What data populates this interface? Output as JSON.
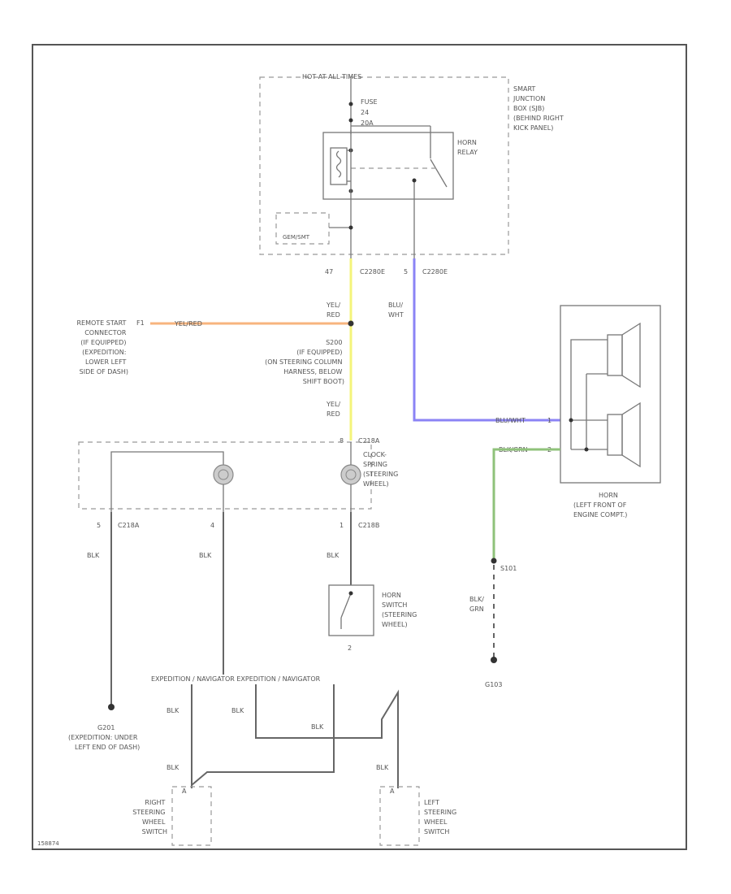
{
  "labels": {
    "hot_at_all_times": "HOT AT ALL TIMES",
    "fuse": [
      "FUSE",
      "24",
      "20A"
    ],
    "smart_junction_box": [
      "SMART",
      "JUNCTION",
      "BOX (SJB)",
      "(BEHIND RIGHT",
      "KICK PANEL)"
    ],
    "horn_relay": [
      "HORN",
      "RELAY"
    ],
    "c2280e_pin": "47",
    "c2280e_left": "C2280E",
    "c2280e_pin2": "5",
    "c2280e_right": "C2280E",
    "wire_yel_red_1": [
      "YEL/",
      "RED"
    ],
    "wire_blu_wht": [
      "BLU/",
      "WHT"
    ],
    "remote_start": [
      "REMOTE START",
      "CONNECTOR",
      "(IF EQUIPPED)",
      "(EXPEDITION:",
      "LOWER LEFT",
      "SIDE OF DASH)"
    ],
    "remote_pin": "F1",
    "yel_red_wire": "YEL/RED",
    "s200": [
      "S200",
      "(IF EQUIPPED)",
      "(ON STEERING COLUMN",
      "HARNESS, BELOW",
      "SHIFT BOOT)"
    ],
    "wire_yel_red_2": [
      "YEL/",
      "RED"
    ],
    "c218a_pin": "8",
    "c218a": "C218A",
    "clockspring": [
      "CLOCK-",
      "SPRING",
      "(STEERING",
      "WHEEL)"
    ],
    "horn_conn_pin1": "1",
    "horn_conn_pin2": "2",
    "horn_wire_blu_wht": "BLU/WHT",
    "horn_wire_blk_grn": "BLK/GRN",
    "horn": [
      "HORN",
      "(LEFT FRONT OF",
      "ENGINE COMPT.)"
    ],
    "pin_5": "5",
    "c218a_b": "C218A",
    "pin_4": "4",
    "pin_1": "1",
    "c218b": "C218B",
    "blk_1": "BLK",
    "blk_2": "BLK",
    "blk_3": "BLK",
    "horn_switch": [
      "HORN",
      "SWITCH",
      "(STEERING",
      "WHEEL)"
    ],
    "horn_switch_pin": "2",
    "s101": "S101",
    "blk_grn_2": [
      "BLK/",
      "GRN"
    ],
    "g103": "G103",
    "g201": [
      "G201",
      "(EXPEDITION: UNDER",
      "LEFT END OF DASH)"
    ],
    "expedition_navigator": "EXPEDITION / NAVIGATOR  EXPEDITION / NAVIGATOR",
    "blk_4": "BLK",
    "blk_5": "BLK",
    "blk_6": "BLK",
    "blk_7": "BLK",
    "blk_8": "BLK",
    "a_pin_right": "A",
    "a_pin_left": "A",
    "right_switch": [
      "RIGHT",
      "STEERING",
      "WHEEL",
      "SWITCH"
    ],
    "left_switch": [
      "LEFT",
      "STEERING",
      "WHEEL",
      "SWITCH"
    ],
    "footer_code": "158874"
  },
  "colors": {
    "wire_yellow": "#f4f47a",
    "wire_orange": "#f7b47e",
    "wire_blue": "#8b83f5",
    "wire_green": "#8fc27a",
    "wire_gray": "#666666"
  }
}
